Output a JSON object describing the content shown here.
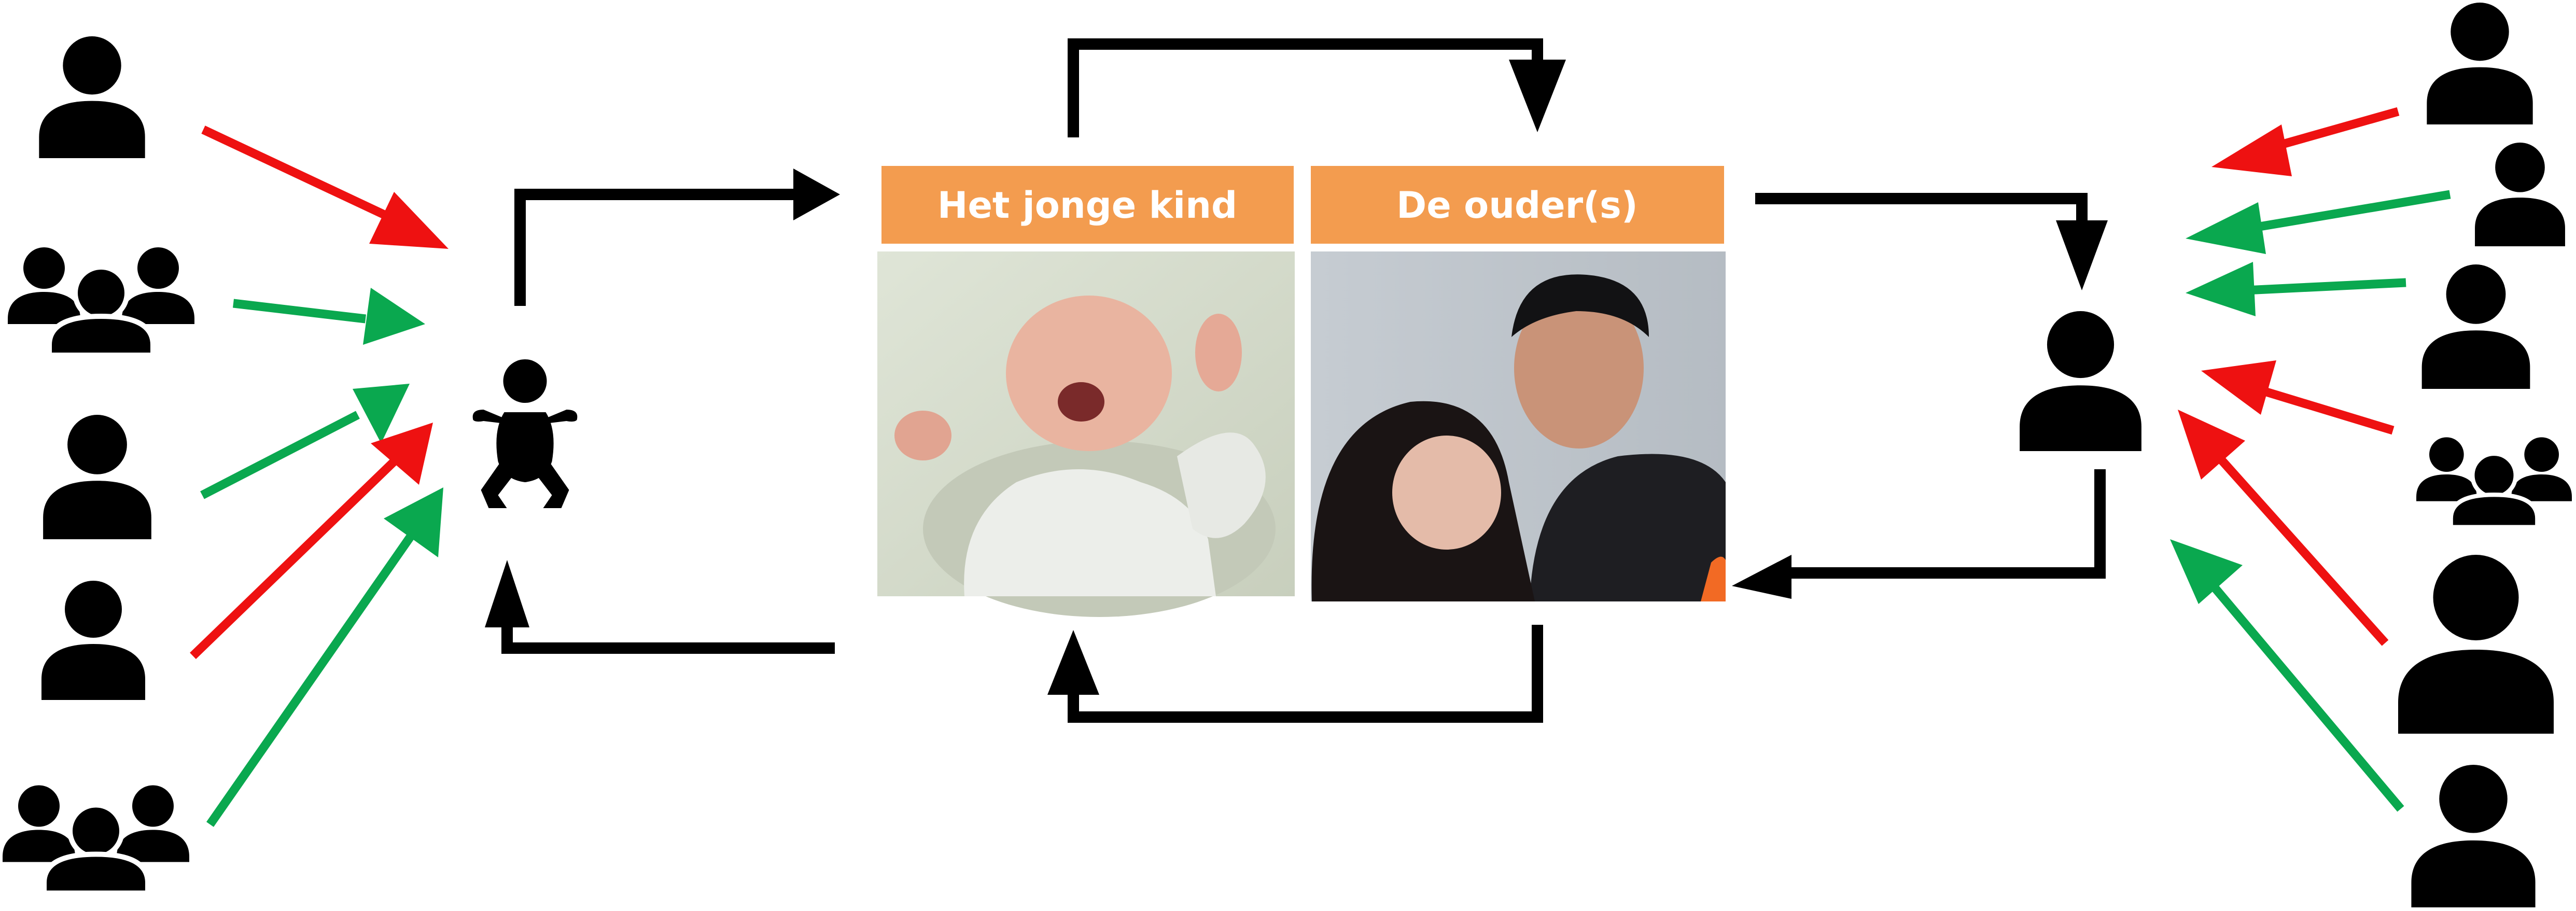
{
  "labels": {
    "child": "Het jonge kind",
    "parents": "De ouder(s)"
  },
  "icons": {
    "left_people": [
      "person-icon",
      "group-icon",
      "person-icon",
      "person-icon",
      "group-icon"
    ],
    "child_icon": "baby-icon",
    "parent_icon": "person-icon",
    "right_people": [
      "person-icon",
      "person-icon",
      "person-icon",
      "group-icon",
      "person-icon",
      "person-icon"
    ]
  },
  "photos": {
    "child": "crying-baby-photo",
    "parents": "sleeping-couple-photo"
  },
  "arrow_influence": {
    "left": [
      "negative",
      "positive",
      "positive",
      "negative",
      "positive"
    ],
    "right": [
      "negative",
      "positive",
      "positive",
      "negative",
      "negative",
      "positive"
    ]
  },
  "colors": {
    "label_bg": "#f39c4f",
    "label_text": "#ffffff",
    "positive": "#0aa84f",
    "negative": "#ee1111",
    "connector": "#000000"
  }
}
